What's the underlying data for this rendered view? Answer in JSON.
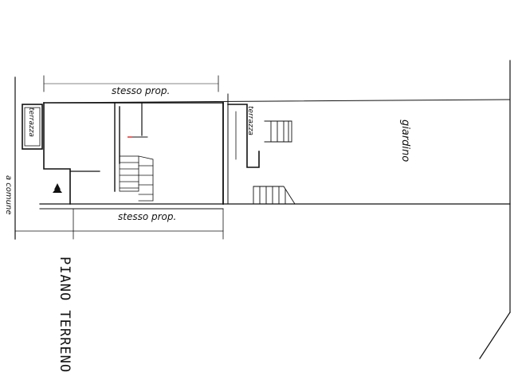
{
  "labels": {
    "top_neighbor": "stesso prop.",
    "bottom_neighbor": "stesso prop.",
    "terrace_left": "terrazza",
    "terrace_right": "terrazza",
    "garden": "giardino",
    "common_area": "a comune",
    "floor_title": "PIANO TERRENO"
  }
}
